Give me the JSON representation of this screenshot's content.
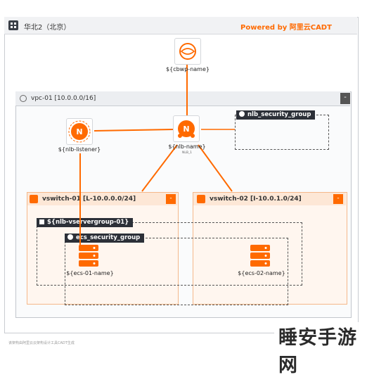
{
  "header": {
    "region_title": "华北2（北京）",
    "powered_by": "Powered by 阿里云CADT"
  },
  "vpc": {
    "title": "vpc-01 [10.0.0.0/16]",
    "collapse": "-"
  },
  "nodes": {
    "cbwp": {
      "label": "${cbwp-name}",
      "icon": "cloud-bandwidth-icon"
    },
    "nlb": {
      "label": "${nlb-name}",
      "sub": "NLB_1",
      "icon": "network-load-balancer-icon"
    },
    "listener": {
      "label": "${nlb-listener}",
      "icon": "nlb-listener-icon"
    },
    "ecs01": {
      "label": "${ecs-01-name}",
      "icon": "ecs-server-icon"
    },
    "ecs02": {
      "label": "${ecs-02-name}",
      "icon": "ecs-server-icon"
    }
  },
  "groups": {
    "nlb_sg": "nlb_security_group",
    "vserver": "${nlb-vservergroup-01}",
    "ecs_sg": "ecs_security_group"
  },
  "vswitches": [
    {
      "title": "vswitch-01 [L-10.0.0.0/24]",
      "collapse": "-"
    },
    {
      "title": "vswitch-02 [I-10.0.1.0/24]",
      "collapse": "-"
    }
  ],
  "footer": "该架构由阿里云云架构设计工具CADT生成",
  "watermark": "睡安手游网",
  "colors": {
    "accent": "#ff6a00",
    "vswitch_fill": "#fff6ef",
    "label_dark": "#2c3038"
  }
}
